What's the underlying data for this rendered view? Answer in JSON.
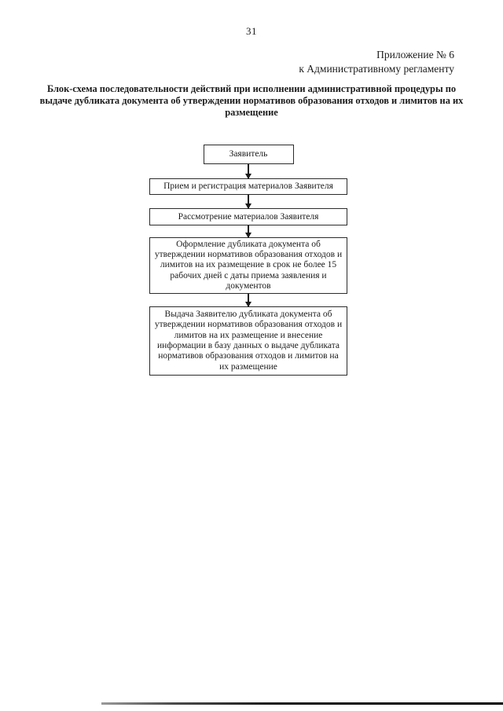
{
  "colors": {
    "text": "#1b1b1b",
    "box_border": "#2b2b2b",
    "page_background": "#ffffff"
  },
  "page": {
    "number": "31",
    "appendix": {
      "line1": "Приложение № 6",
      "line2": "к Административному регламенту"
    },
    "heading": "Блок-схема последовательности действий при исполнении административной процедуры по выдаче дубликата документа об утверждении нормативов образования отходов и лимитов на их размещение"
  },
  "flowchart": {
    "nodes": [
      {
        "label": "Заявитель"
      },
      {
        "label": "Прием и регистрация материалов Заявителя"
      },
      {
        "label": "Рассмотрение материалов Заявителя"
      },
      {
        "label": "Оформление дубликата документа об утверждении нормативов образования отходов и лимитов на их размещение в срок не более 15 рабочих дней с даты приема заявления и документов"
      },
      {
        "label": "Выдача Заявителю дубликата документа об утверждении нормативов образования отходов и лимитов на их размещение и внесение информации в базу данных о выдаче дубликата нормативов образования отходов и лимитов на их размещение"
      }
    ]
  }
}
